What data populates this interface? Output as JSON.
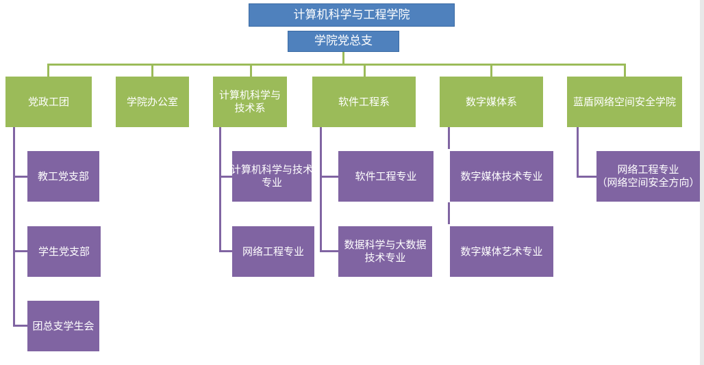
{
  "title": "计算机科学与工程学院",
  "party": "学院党总支",
  "departments": [
    {
      "label": "党政工团",
      "subs": [
        "教工党支部",
        "学生党支部",
        "团总支学生会"
      ]
    },
    {
      "label": "学院办公室",
      "subs": []
    },
    {
      "label": [
        "计算机科学与",
        "技术系"
      ],
      "subs": [
        [
          "计算机科学与技术",
          "专业"
        ],
        "网络工程专业"
      ]
    },
    {
      "label": "软件工程系",
      "subs": [
        "软件工程专业",
        [
          "数据科学与大数据",
          "技术专业"
        ]
      ]
    },
    {
      "label": "数字媒体系",
      "subs": [
        "数字媒体技术专业",
        "数字媒体艺术专业"
      ]
    },
    {
      "label": "蓝盾网络空间安全学院",
      "subs": [
        [
          "网络工程专业",
          "（网络空间安全方向）"
        ]
      ]
    }
  ],
  "colors": {
    "blue": "#4f81bd",
    "green": "#9bbb59",
    "purple": "#8064a2"
  }
}
